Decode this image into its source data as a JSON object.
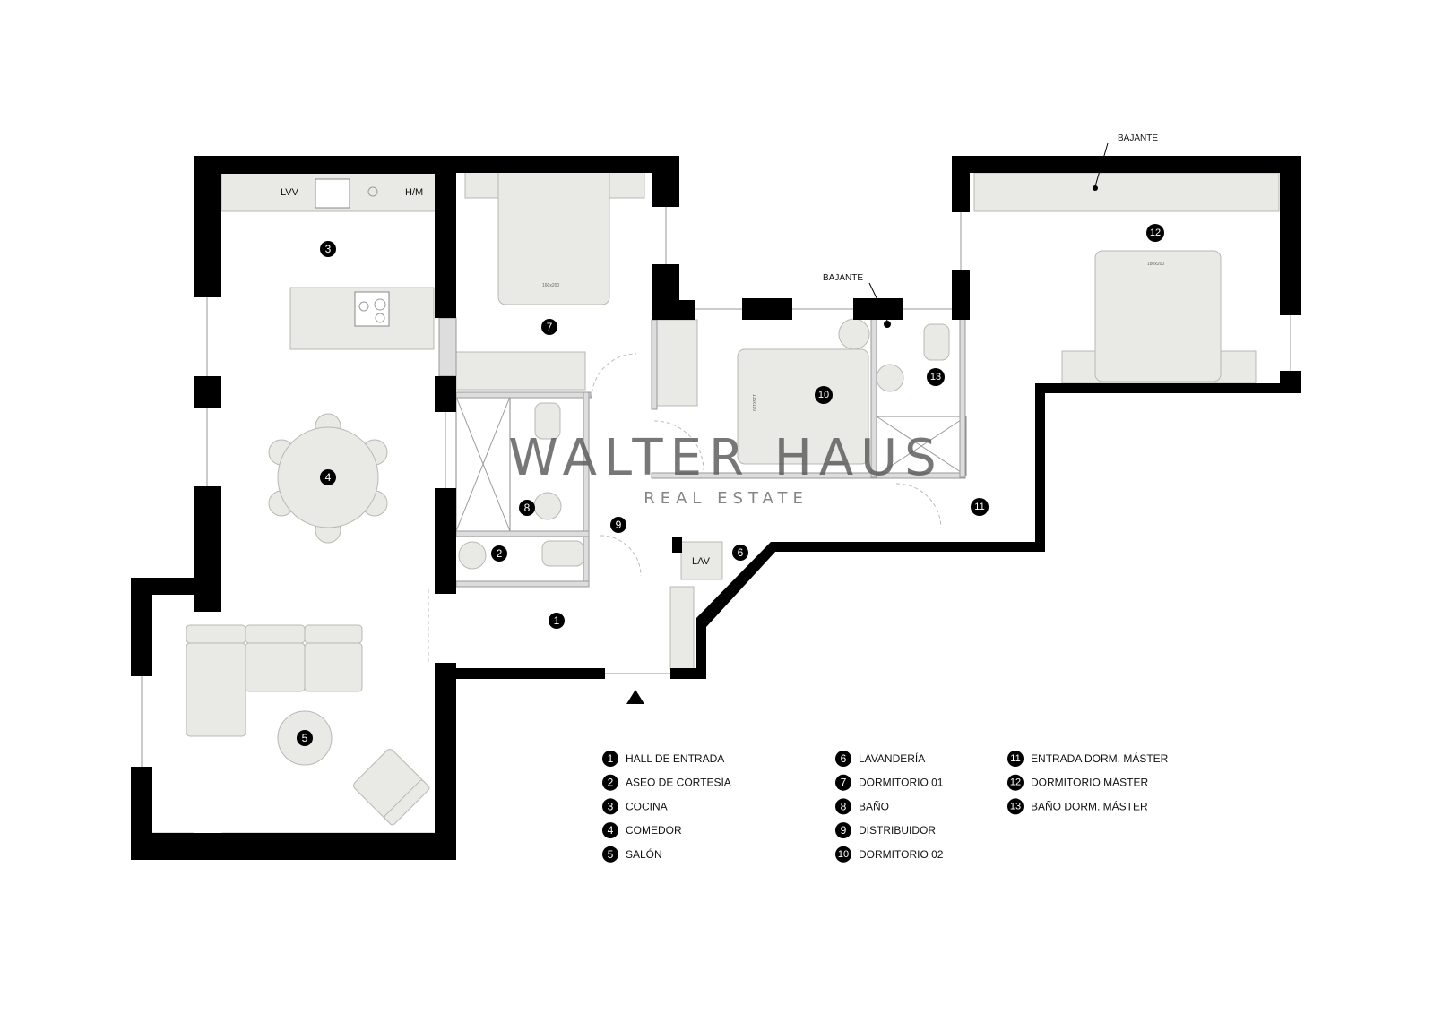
{
  "plan": {
    "fixture_labels": {
      "dishwasher": "LVV",
      "oven": "H/M",
      "washer": "LAV",
      "downpipe_top": "BAJANTE",
      "downpipe_mid": "BAJANTE"
    },
    "bed_sizes": {
      "dorm01": "160x200",
      "dorm02": "135x190",
      "master": "180x200"
    },
    "markers": [
      "1",
      "2",
      "3",
      "4",
      "5",
      "6",
      "7",
      "8",
      "9",
      "10",
      "11",
      "12",
      "13"
    ]
  },
  "watermark": {
    "brand": "WALTER HAUS",
    "tagline": "REAL ESTATE"
  },
  "legend": [
    {
      "num": "1",
      "label": "HALL DE ENTRADA"
    },
    {
      "num": "2",
      "label": "ASEO DE CORTESÍA"
    },
    {
      "num": "3",
      "label": "COCINA"
    },
    {
      "num": "4",
      "label": "COMEDOR"
    },
    {
      "num": "5",
      "label": "SALÓN"
    },
    {
      "num": "6",
      "label": "LAVANDERÍA"
    },
    {
      "num": "7",
      "label": "DORMITORIO 01"
    },
    {
      "num": "8",
      "label": "BAÑO"
    },
    {
      "num": "9",
      "label": "DISTRIBUIDOR"
    },
    {
      "num": "10",
      "label": "DORMITORIO 02"
    },
    {
      "num": "11",
      "label": "ENTRADA DORM. MÁSTER"
    },
    {
      "num": "12",
      "label": "DORMITORIO MÁSTER"
    },
    {
      "num": "13",
      "label": "BAÑO DORM. MÁSTER"
    }
  ],
  "colors": {
    "wall": "#000000",
    "furniture": "#e9e9e5",
    "watermark": "#555555"
  }
}
